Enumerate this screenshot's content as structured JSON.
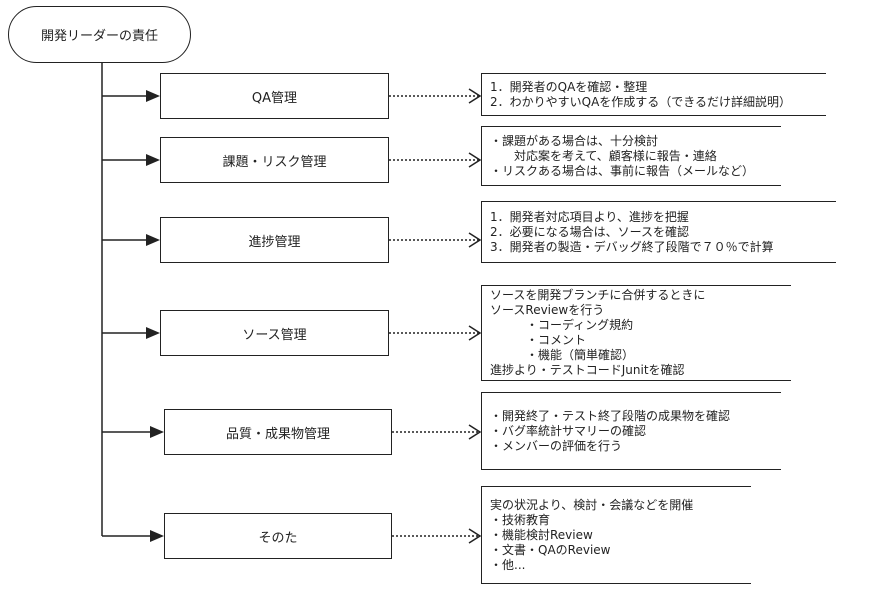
{
  "diagram": {
    "root": {
      "label": "開発リーダーの責任"
    },
    "categories": [
      {
        "label": "QA管理",
        "notes": [
          "1．開発者のQAを確認・整理",
          "2．わかりやすいQAを作成する（できるだけ詳細説明）"
        ]
      },
      {
        "label": "課題・リスク管理",
        "notes": [
          "・課題がある場合は、十分検討",
          "　　対応案を考えて、顧客様に報告・連絡",
          "・リスクある場合は、事前に報告（メールなど）"
        ]
      },
      {
        "label": "進捗管理",
        "notes": [
          "1．開発者対応項目より、進捗を把握",
          "2．必要になる場合は、ソースを確認",
          "3．開発者の製造・デバッグ終了段階で７０％で計算"
        ]
      },
      {
        "label": "ソース管理",
        "notes": [
          "ソースを開発ブランチに合併するときに",
          "ソースReviewを行う",
          "　　　・コーディング規約",
          "　　　・コメント",
          "　　　・機能（簡単確認）",
          "進捗より・テストコードJunitを確認"
        ]
      },
      {
        "label": "品質・成果物管理",
        "notes": [
          "・開発終了・テスト終了段階の成果物を確認",
          "・バグ率統計サマリーの確認",
          "・メンバーの評価を行う"
        ]
      },
      {
        "label": "そのた",
        "notes": [
          "実の状況より、検討・会議などを開催",
          "・技術教育",
          "・機能検討Review",
          "・文書・QAのReview",
          "・他..."
        ]
      }
    ]
  }
}
